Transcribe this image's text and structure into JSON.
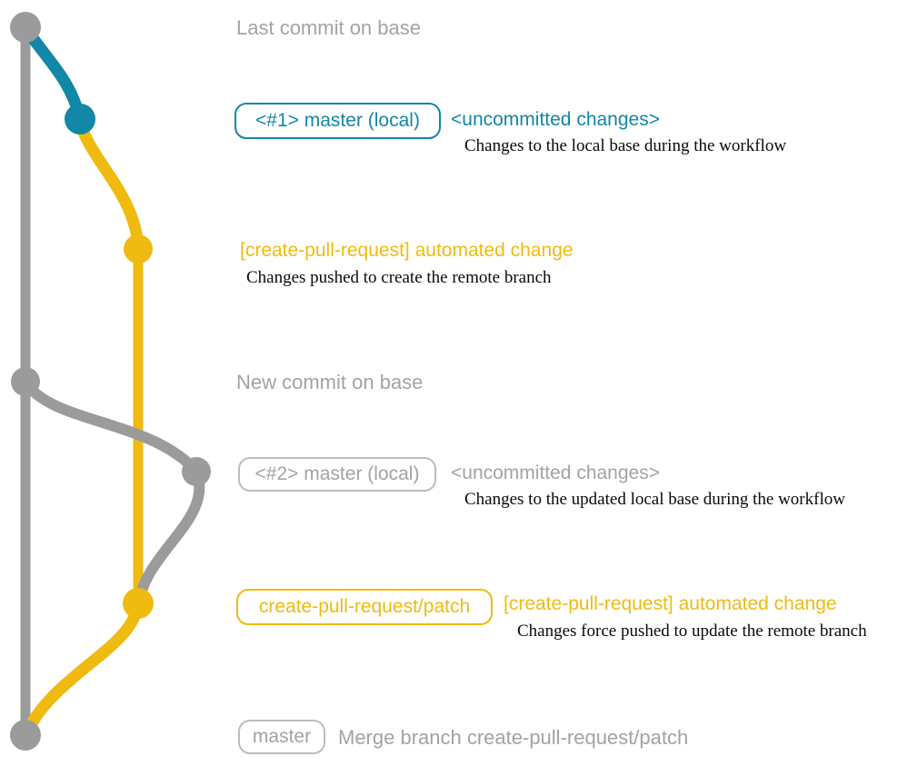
{
  "colors": {
    "teal": "#1287a8",
    "yellow": "#f0bb10",
    "gray-line": "#9b9b9b",
    "gray-text": "#a3a3a3",
    "gray-border": "#bdbdbd",
    "caption": "#0a0a0a",
    "background": "#ffffff"
  },
  "annotations": {
    "row1": {
      "label": "Last commit on base"
    },
    "row2": {
      "badge": "<#1> master (local)",
      "title": "<uncommitted changes>",
      "caption": "Changes to the local base during the workflow"
    },
    "row3": {
      "title": "[create-pull-request] automated change",
      "caption": "Changes pushed to create the remote branch"
    },
    "row4": {
      "label": "New commit on base"
    },
    "row5": {
      "badge": "<#2> master (local)",
      "title": "<uncommitted changes>",
      "caption": "Changes to the updated local base during the workflow"
    },
    "row6": {
      "badge": "create-pull-request/patch",
      "title": "[create-pull-request] automated change",
      "caption": "Changes force pushed to update the remote branch"
    },
    "row7": {
      "badge": "master",
      "label": "Merge branch create-pull-request/patch"
    }
  }
}
